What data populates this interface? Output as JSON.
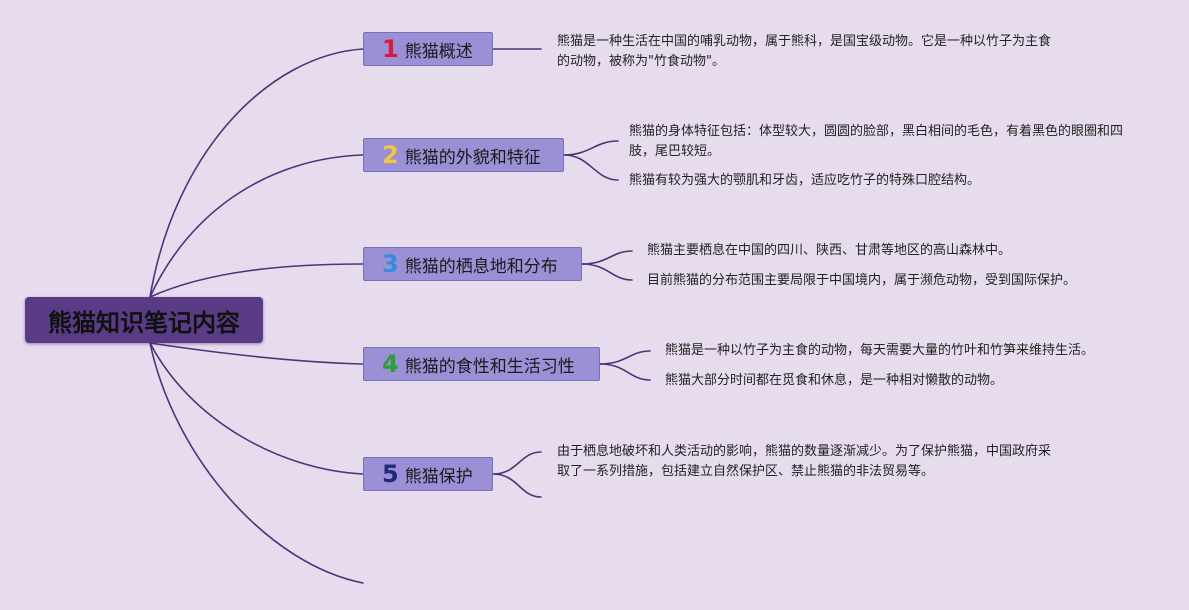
{
  "root": {
    "label": "熊猫知识笔记内容"
  },
  "colors": {
    "background": "#e6dcee",
    "root_fill": "#5a3c86",
    "topic_fill": "#9b8fd6",
    "connector": "#4a3578"
  },
  "topics": [
    {
      "number": "1",
      "number_color": "#d81b3c",
      "label": "熊猫概述",
      "notes": [
        "熊猫是一种生活在中国的哺乳动物，属于熊科，是国宝级动物。它是一种以竹子为主食的动物，被称为\"竹食动物\"。"
      ]
    },
    {
      "number": "2",
      "number_color": "#f2c640",
      "label": "熊猫的外貌和特征",
      "notes": [
        "熊猫的身体特征包括：体型较大，圆圆的脸部，黑白相间的毛色，有着黑色的眼圈和四肢，尾巴较短。",
        "熊猫有较为强大的颚肌和牙齿，适应吃竹子的特殊口腔结构。"
      ]
    },
    {
      "number": "3",
      "number_color": "#2f8fd8",
      "label": "熊猫的栖息地和分布",
      "notes": [
        "熊猫主要栖息在中国的四川、陕西、甘肃等地区的高山森林中。",
        "目前熊猫的分布范围主要局限于中国境内，属于濒危动物，受到国际保护。"
      ]
    },
    {
      "number": "4",
      "number_color": "#2e9e3a",
      "label": "熊猫的食性和生活习性",
      "notes": [
        "熊猫是一种以竹子为主食的动物，每天需要大量的竹叶和竹笋来维持生活。",
        "熊猫大部分时间都在觅食和休息，是一种相对懒散的动物。"
      ]
    },
    {
      "number": "5",
      "number_color": "#1f2a7a",
      "label": "熊猫保护",
      "notes": [
        "由于栖息地破坏和人类活动的影响，熊猫的数量逐渐减少。为了保护熊猫，中国政府采取了一系列措施，包括建立自然保护区、禁止熊猫的非法贸易等。"
      ]
    }
  ]
}
